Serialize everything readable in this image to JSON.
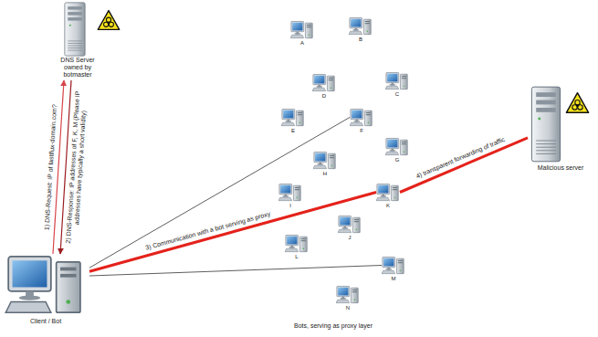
{
  "diagram": {
    "nodes": [
      {
        "text": [
          "DNS Server owned by botmaster"
        ]
      },
      {
        "text": [
          "A"
        ]
      },
      {
        "text": [
          "B"
        ]
      },
      {
        "text": [
          "D"
        ]
      },
      {
        "text": [
          "C"
        ]
      },
      {
        "text": [
          "E"
        ]
      },
      {
        "text": [
          "F"
        ]
      },
      {
        "text": [
          "G"
        ]
      },
      {
        "text": [
          "H"
        ]
      },
      {
        "text": [
          "I"
        ]
      },
      {
        "text": [
          "K"
        ]
      },
      {
        "text": [
          "J"
        ]
      },
      {
        "text": [
          "L"
        ]
      },
      {
        "text": [
          "M"
        ]
      },
      {
        "text": [
          "N"
        ]
      },
      {
        "text": [
          "Malicious server"
        ]
      },
      {
        "text": [
          "Client / Bot"
        ]
      }
    ],
    "edges": [
      {
        "from": 16,
        "to": 0,
        "arrow": "to",
        "label": "1) DNS-Request: IP of fastflux-domain.com?"
      },
      {
        "from": 0,
        "to": 16,
        "arrow": "to",
        "label": "2) DNS-Response: IP addresses of F, K, M (Please IP addresses have typically a short validity)"
      },
      {
        "from": 16,
        "to": 6,
        "arrow": "none"
      },
      {
        "from": 16,
        "to": 10,
        "arrow": "none",
        "label": "3) Communication with a bot serving as proxy"
      },
      {
        "from": 10,
        "to": 15,
        "arrow": "none",
        "label": "4) transparent forwarding of traffic"
      },
      {
        "from": 16,
        "to": 13,
        "arrow": "none"
      }
    ],
    "labels": [
      "Bots, serving as proxy layer"
    ]
  }
}
